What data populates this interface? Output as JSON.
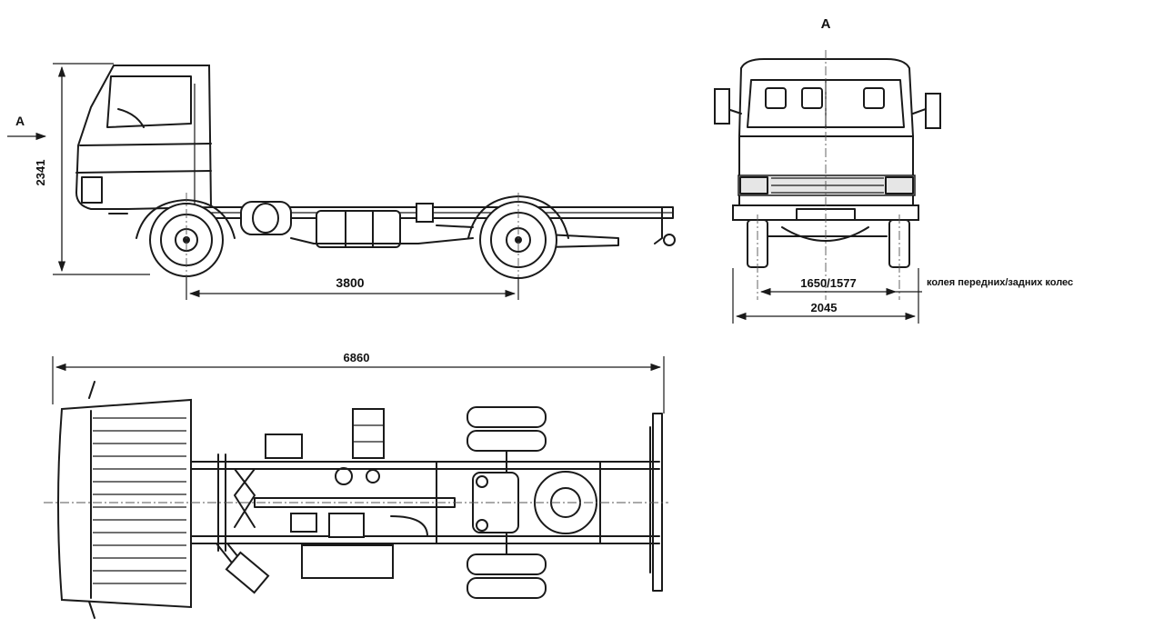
{
  "view_label": "A",
  "arrow_label": "A",
  "dimensions": {
    "cab_height": "2341",
    "wheelbase": "3800",
    "overall_length": "6860",
    "track": "1650/1577",
    "track_caption": "колея передних/задних колес",
    "overall_width": "2045"
  }
}
